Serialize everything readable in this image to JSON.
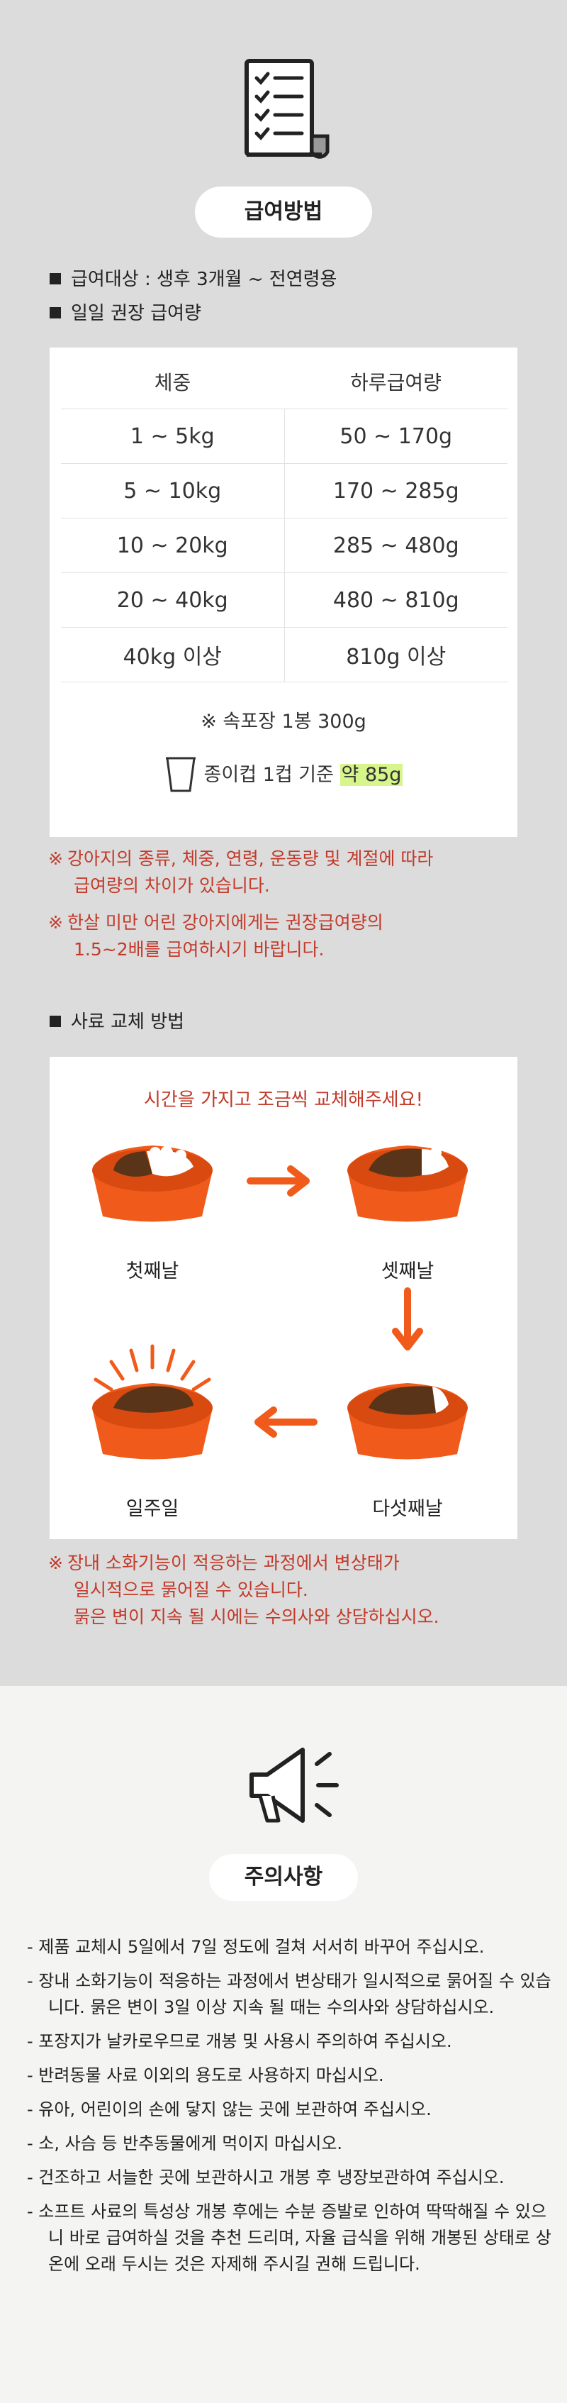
{
  "feeding": {
    "title": "급여방법",
    "target": "급여대상 : 생후 3개월 ~ 전연령용",
    "daily_label": "일일 권장 급여량",
    "table": {
      "headers": [
        "체중",
        "하루급여량"
      ],
      "rows": [
        [
          "1 ~ 5kg",
          "50 ~ 170g"
        ],
        [
          "5 ~ 10kg",
          "170 ~ 285g"
        ],
        [
          "10 ~ 20kg",
          "285 ~ 480g"
        ],
        [
          "20 ~ 40kg",
          "480 ~ 810g"
        ],
        [
          "40kg 이상",
          "810g 이상"
        ]
      ]
    },
    "pack_note": "※ 속포장 1봉 300g",
    "cup_note_prefix": "종이컵 1컵 기준 ",
    "cup_note_highlight": "약 85g",
    "notes": [
      {
        "mark": "※",
        "line1": "강아지의 종류, 체중, 연령, 운동량 및 계절에 따라",
        "line2": "급여량의 차이가 있습니다."
      },
      {
        "mark": "※",
        "line1": "한살 미만 어린 강아지에게는 권장급여량의",
        "line2": "1.5~2배를 급여하시기 바랍니다."
      }
    ]
  },
  "change": {
    "label": "사료 교체 방법",
    "headline": "시간을 가지고 조금씩 교체해주세요!",
    "steps": [
      "첫째날",
      "셋째날",
      "다섯째날",
      "일주일"
    ],
    "note": {
      "mark": "※",
      "line1": "장내 소화기능이 적응하는 과정에서 변상태가",
      "line2": "일시적으로 묽어질 수 있습니다.",
      "line3": "묽은 변이 지속 될 시에는 수의사와 상담하십시오."
    }
  },
  "caution": {
    "title": "주의사항",
    "items": [
      "- 제품 교체시 5일에서 7일 정도에 걸쳐 서서히 바꾸어 주십시오.",
      "- 장내 소화기능이 적응하는 과정에서 변상태가 일시적으로 묽어질 수 있습니다. 묽은 변이 3일 이상 지속 될 때는 수의사와 상담하십시오.",
      "- 포장지가 날카로우므로 개봉 및 사용시 주의하여 주십시오.",
      "- 반려동물 사료 이외의 용도로 사용하지 마십시오.",
      "- 유아, 어린이의 손에 닿지 않는 곳에 보관하여 주십시오.",
      "- 소, 사슴 등 반추동물에게 먹이지 마십시오.",
      "- 건조하고 서늘한 곳에 보관하시고 개봉 후 냉장보관하여 주십시오.",
      "- 소프트 사료의 특성상 개봉 후에는 수분 증발로 인하여 딱딱해질 수 있으니 바로 급여하실 것을 추천 드리며, 자율 급식을 위해 개봉된 상태로 상온에 오래 두시는 것은 자제해 주시길 권해 드립니다."
    ]
  },
  "colors": {
    "accent": "#f05a1a",
    "note_red": "#c23a2a",
    "highlight": "#d6f58a"
  }
}
